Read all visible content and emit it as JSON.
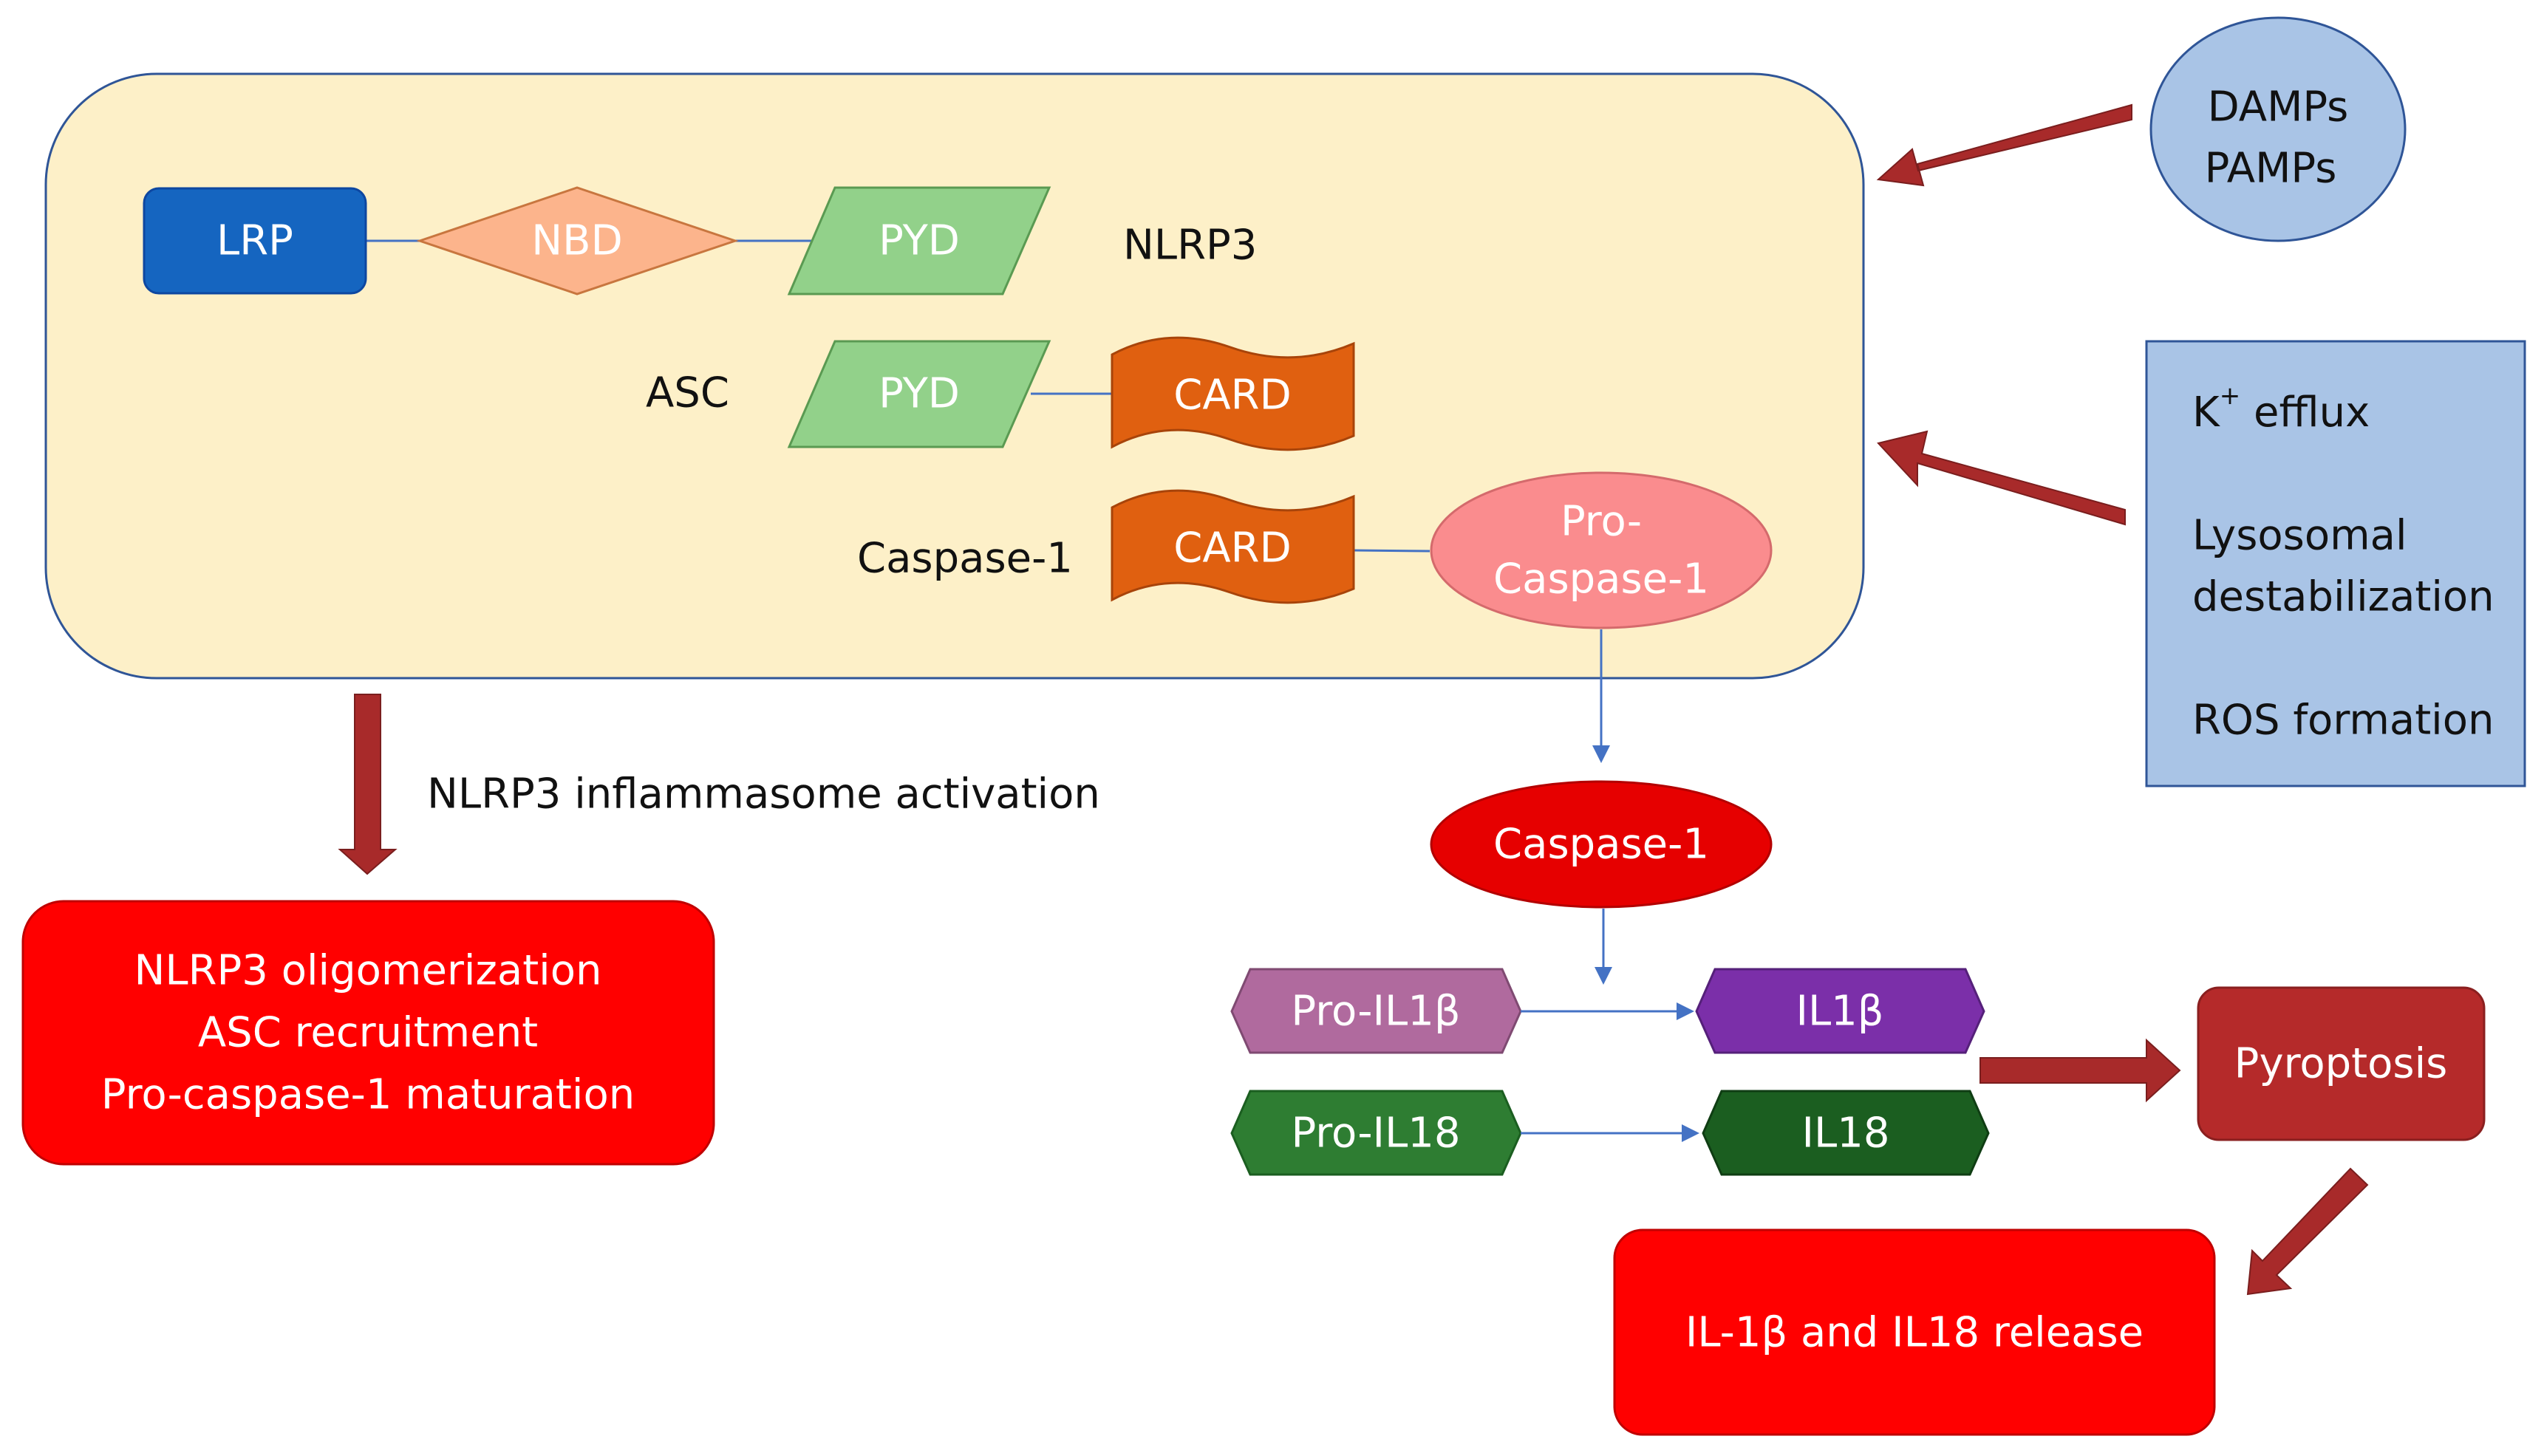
{
  "nlrp3": {
    "lrp": "LRP",
    "nbd": "NBD",
    "pyd": "PYD",
    "label": "NLRP3"
  },
  "asc": {
    "label": "ASC",
    "pyd": "PYD",
    "card": "CARD"
  },
  "caspase1": {
    "label": "Caspase-1",
    "card": "CARD",
    "pro_line1": "Pro-",
    "pro_line2": "Caspase-1",
    "active": "Caspase-1"
  },
  "stimuli": {
    "damps": "DAMPs",
    "pamps": "PAMPs",
    "k_main": "K",
    "k_sup": "+",
    "k_rest": " efflux",
    "lysosomal_line1": "Lysosomal",
    "lysosomal_line2": "destabilization",
    "ros": "ROS formation"
  },
  "activation": {
    "arrow_label": "NLRP3 inflammasome activation",
    "line1": "NLRP3 oligomerization",
    "line2": "ASC recruitment",
    "line3": "Pro-caspase-1 maturation"
  },
  "cytokines": {
    "pro_il1b": "Pro-IL1β",
    "il1b": "IL1β",
    "pro_il18": "Pro-IL18",
    "il18": "IL18"
  },
  "outcomes": {
    "pyroptosis": "Pyroptosis",
    "release": "IL-1β and IL18 release"
  },
  "colors": {
    "complex_bg": "#fdf0c8",
    "lrp": "#1565c0",
    "nbd": "#fcb48c",
    "pyd": "#92d18a",
    "card": "#e06010",
    "pro_caspase": "#fa8c8e",
    "caspase": "#e60000",
    "stimulus": "#a9c4e6",
    "pro_il1b": "#b06a9e",
    "il1b": "#7b2fa9",
    "pro_il18": "#2e7d32",
    "il18": "#1b5e20",
    "pyroptosis": "#b52a2a",
    "release": "#ff0000",
    "big_arrow": "#a82a2a",
    "thin_arrow": "#4472c4"
  }
}
